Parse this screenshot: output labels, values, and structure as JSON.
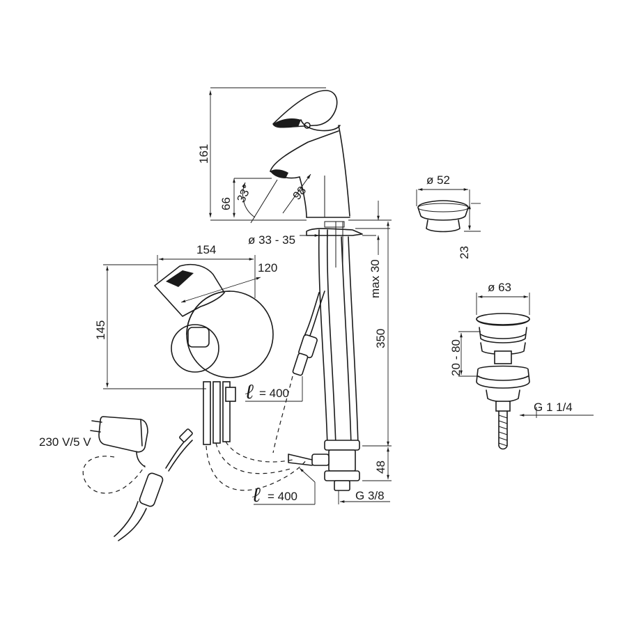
{
  "dimensions": {
    "height_total": "161",
    "height_spout": "66",
    "angle": "33°",
    "reach": "98",
    "hole_diameter": "ø 33 - 35",
    "deck_thickness": "max 30",
    "hose_length": "350",
    "control_width": "154",
    "control_depth": "120",
    "control_height": "145",
    "cable_length_symbol": "ℓ",
    "cable_length_value": "= 400",
    "hose_symbol": "ℓ",
    "hose_value": "= 400",
    "valve_height": "48",
    "valve_thread": "G 3/8",
    "power_supply": "230 V/5 V",
    "cap_diameter": "ø 52",
    "cap_height": "23",
    "waste_diameter": "ø 63",
    "waste_range": "20 - 80",
    "waste_thread": "G 1 1/4"
  }
}
